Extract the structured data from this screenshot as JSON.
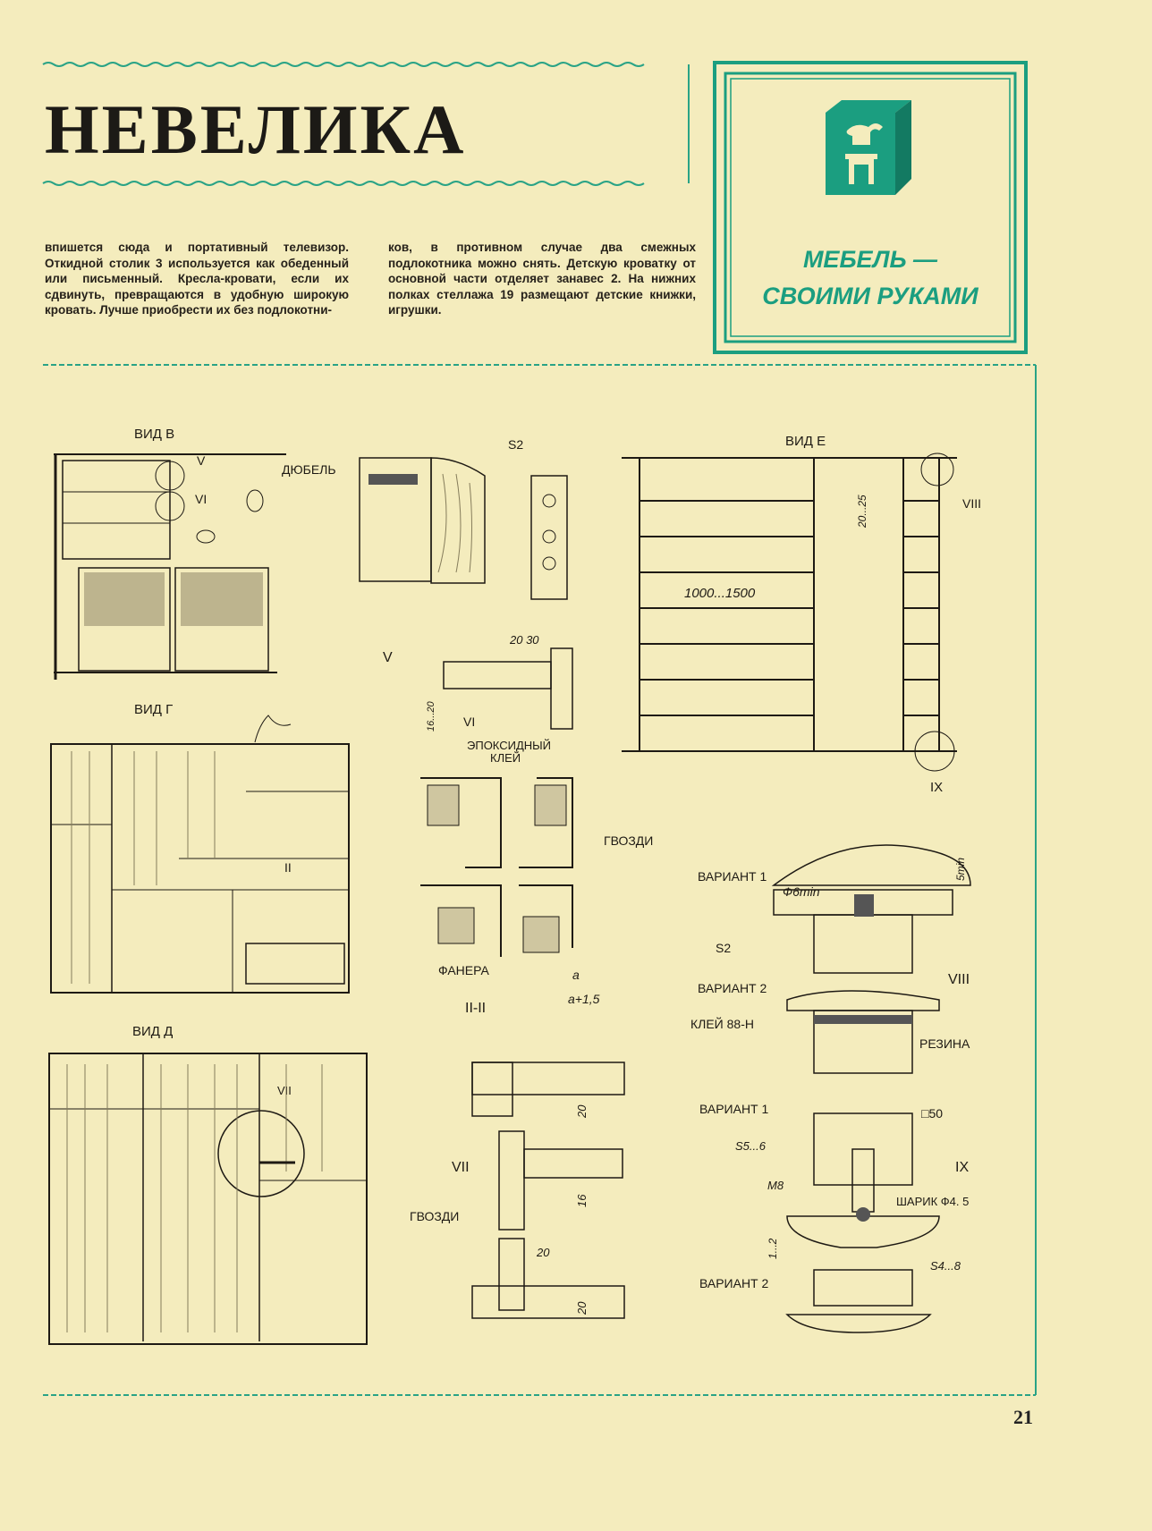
{
  "header": {
    "title": "НЕВЕЛИКА"
  },
  "article": {
    "column1": "впишется сюда и портативный телевизор. Откидной столик 3 используется как обеденный или письменный. Кресла-кровати, если их сдвинуть, превращаются в удобную широкую кровать. Лучше приобрести их без подлокотни-",
    "column2": "ков, в противном случае два смежных подлокотника можно снять. Детскую кроватку от основной части отделяет занавес 2. На нижних полках стеллажа 19 размещают детские книжки, игрушки."
  },
  "badge": {
    "line1": "МЕБЕЛЬ —",
    "line2": "СВОИМИ РУКАМИ",
    "color": "#1b9e80"
  },
  "drawings": {
    "vid_v": {
      "title": "ВИД В",
      "callout_v": "V",
      "callout_vi": "VI"
    },
    "vid_g": {
      "title": "ВИД Г",
      "section": "II"
    },
    "vid_d": {
      "title": "ВИД Д",
      "callout_vii": "VII"
    },
    "detail_v": {
      "dowel": "ДЮБЕЛЬ",
      "plate": "S2",
      "label": "V"
    },
    "detail_vi": {
      "dim_top": "20 30",
      "dim_side": "16...20",
      "label": "VI",
      "glue": "ЭПОКСИДНЫЙ",
      "glue2": "КЛЕЙ"
    },
    "section_ii": {
      "nails": "ГВОЗДИ",
      "plywood": "ФАНЕРА",
      "label": "II-II",
      "dim_a": "a",
      "dim_a2": "a+1,5"
    },
    "detail_vii": {
      "label": "VII",
      "nails": "ГВОЗДИ",
      "dim1": "20",
      "dim2": "16",
      "dim3": "20",
      "dim4": "20"
    },
    "vid_e": {
      "title": "ВИД Е",
      "span": "1000...1500",
      "gap": "20...25",
      "callout_viii": "VIII",
      "callout_ix": "IX"
    },
    "detail_viii": {
      "variant1": "ВАРИАНТ 1",
      "dia": "Ф6min",
      "min": "5min",
      "plate": "S2",
      "variant2": "ВАРИАНТ 2",
      "label": "VIII",
      "glue": "КЛЕЙ 88-Н",
      "rubber": "РЕЗИНА"
    },
    "detail_ix": {
      "variant1": "ВАРИАНТ 1",
      "sq": "□50",
      "s5": "S5...6",
      "label": "IX",
      "m8": "M8",
      "ball": "ШАРИК Ф4. 5",
      "gap": "1...2",
      "s4": "S4...8",
      "variant2": "ВАРИАНТ 2"
    }
  },
  "footer": {
    "page_number": "21"
  }
}
